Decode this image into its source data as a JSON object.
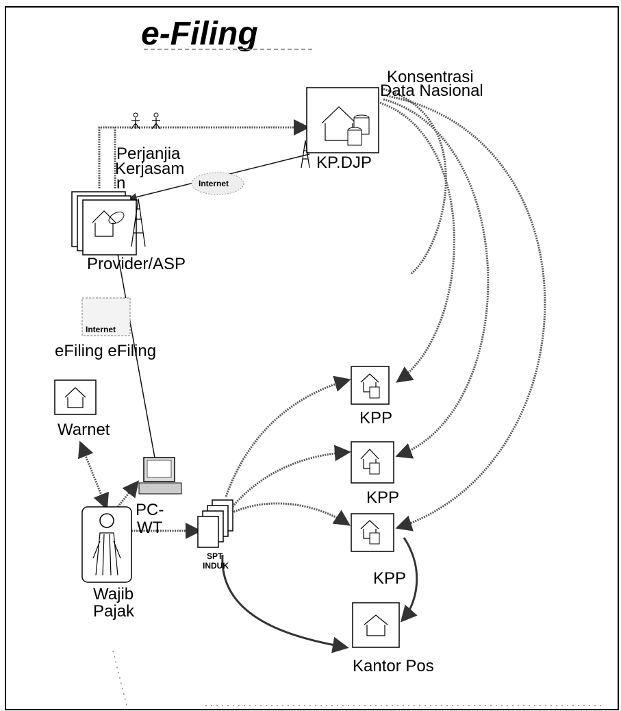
{
  "title": "e-Filing",
  "nodes": {
    "kpdjp": {
      "label": "KP.DJP"
    },
    "konsentrasi": {
      "line1": "Konsentrasi",
      "line2": "Data Nasional"
    },
    "perjanjian": {
      "line1": "Perjanjia",
      "line2": "Kerjasam",
      "line3": "n"
    },
    "internet_top": {
      "label": "Internet"
    },
    "provider": {
      "label": "Provider/ASP"
    },
    "internet_mid": {
      "label": "Internet"
    },
    "efiling": {
      "label": "eFiling eFiling"
    },
    "warnet": {
      "label": "Warnet"
    },
    "pc": {
      "line1": "PC-",
      "line2": "WT"
    },
    "wajib": {
      "line1": "Wajib",
      "line2": "Pajak"
    },
    "spt": {
      "line1": "SPT",
      "line2": "INDUK"
    },
    "kpp1": {
      "label": "KPP"
    },
    "kpp2": {
      "label": "KPP"
    },
    "kpp3": {
      "label": "KPP"
    },
    "kantorpos": {
      "label": "Kantor Pos"
    }
  },
  "icons": [
    "kpdjp-server-icon",
    "antenna-tower-icon",
    "provider-office-icon",
    "satellite-dish-icon",
    "internet-cloud-icon",
    "house-icon",
    "computer-icon",
    "person-icon",
    "document-stack-icon",
    "kpp-office-icon",
    "post-office-icon"
  ]
}
